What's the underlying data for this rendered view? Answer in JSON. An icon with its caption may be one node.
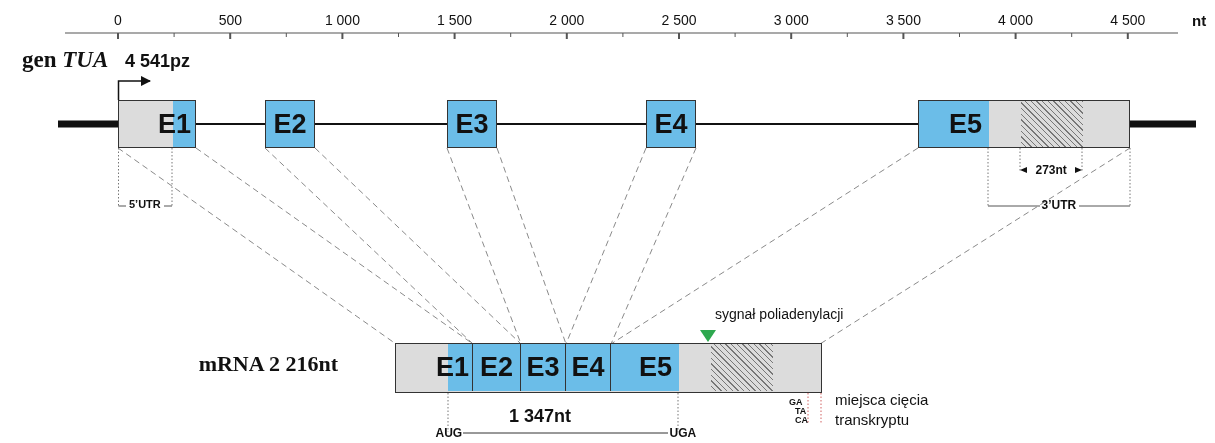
{
  "diagram": {
    "nodes": [
      {
        "text": [
          "E1"
        ]
      },
      {
        "text": [
          "E2"
        ]
      },
      {
        "text": [
          "E3"
        ]
      },
      {
        "text": [
          "E4"
        ]
      },
      {
        "text": [
          "E5"
        ]
      },
      {
        "text": [
          "mRNA 2 216nt"
        ]
      },
      {
        "text": [
          "E1"
        ],
        "in": 5
      },
      {
        "text": [
          "E2"
        ],
        "in": 5
      },
      {
        "text": [
          "E3"
        ],
        "in": 5
      },
      {
        "text": [
          "E4"
        ],
        "in": 5
      },
      {
        "text": [
          "E5"
        ],
        "in": 5
      }
    ],
    "edges": [
      {
        "from": 0,
        "to": 6,
        "arrow": "none",
        "style": "dashed"
      },
      {
        "from": 0,
        "to": 6,
        "arrow": "none",
        "style": "dashed"
      },
      {
        "from": 1,
        "to": 7,
        "arrow": "none",
        "style": "dashed"
      },
      {
        "from": 1,
        "to": 7,
        "arrow": "none",
        "style": "dashed"
      },
      {
        "from": 2,
        "to": 8,
        "arrow": "none",
        "style": "dashed"
      },
      {
        "from": 2,
        "to": 8,
        "arrow": "none",
        "style": "dashed"
      },
      {
        "from": 3,
        "to": 9,
        "arrow": "none",
        "style": "dashed"
      },
      {
        "from": 3,
        "to": 9,
        "arrow": "none",
        "style": "dashed"
      },
      {
        "from": 4,
        "to": 10,
        "arrow": "none",
        "style": "dashed"
      },
      {
        "from": 4,
        "to": 10,
        "arrow": "none",
        "style": "dashed"
      }
    ],
    "labels": [
      "0",
      "500",
      "1 000",
      "1 500",
      "2 000",
      "2 500",
      "3 000",
      "3 500",
      "4 000",
      "4 500",
      "nt",
      "gen *TUA*",
      "4 541pz",
      "5’UTR",
      "273nt",
      "3’UTR",
      "sygnał poliadenylacji",
      "1 347nt",
      "GA",
      "miejsca cięcia transkryptu",
      "TA",
      "AUG",
      "UGA",
      "CA"
    ]
  }
}
